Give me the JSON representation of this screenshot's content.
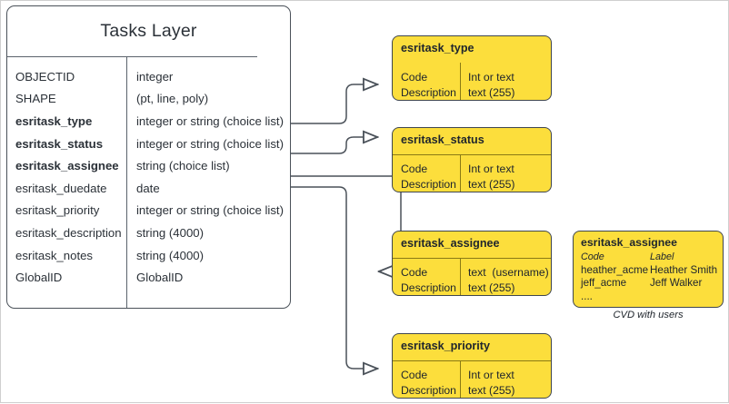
{
  "diagram": {
    "title": "Tasks Layer",
    "accent_yellow": "#FCDE3C",
    "line_color": "#4a5159"
  },
  "tasks_layer": {
    "title": "Tasks Layer",
    "fields": [
      {
        "name": "OBJECTID",
        "type": "integer",
        "bold": false
      },
      {
        "name": "SHAPE",
        "type": "(pt, line, poly)",
        "bold": false
      },
      {
        "name": "esritask_type",
        "type": "integer or string (choice list)",
        "bold": true
      },
      {
        "name": "esritask_status",
        "type": "integer or string (choice list)",
        "bold": true
      },
      {
        "name": "esritask_assignee",
        "type": "string (choice list)",
        "bold": true
      },
      {
        "name": "esritask_duedate",
        "type": "date",
        "bold": false
      },
      {
        "name": "esritask_priority",
        "type": "integer or string (choice list)",
        "bold": false
      },
      {
        "name": "esritask_description",
        "type": "string (4000)",
        "bold": false
      },
      {
        "name": "esritask_notes",
        "type": "string (4000)",
        "bold": false
      },
      {
        "name": "GlobalID",
        "type": "GlobalID",
        "bold": false
      }
    ]
  },
  "domains": [
    {
      "title": "esritask_type",
      "left_lines": "Code\nDescription",
      "right_lines": "Int or text\ntext (255)"
    },
    {
      "title": "esritask_status",
      "left_lines": "Code\nDescription",
      "right_lines": "Int or text\ntext (255)"
    },
    {
      "title": "esritask_assignee",
      "left_lines": "Code\nDescription",
      "right_lines": "text  (username)\ntext (255)"
    },
    {
      "title": "esritask_priority",
      "left_lines": "Code\nDescription",
      "right_lines": "Int or text\ntext (255)"
    }
  ],
  "cvd": {
    "title": "esritask_assignee",
    "header": {
      "code": "Code",
      "label": "Label"
    },
    "rows": [
      {
        "code": "heather_acme",
        "label": "Heather Smith"
      },
      {
        "code": "jeff_acme",
        "label": "Jeff Walker"
      },
      {
        "code": "....",
        "label": ""
      }
    ],
    "caption": "CVD with users"
  }
}
